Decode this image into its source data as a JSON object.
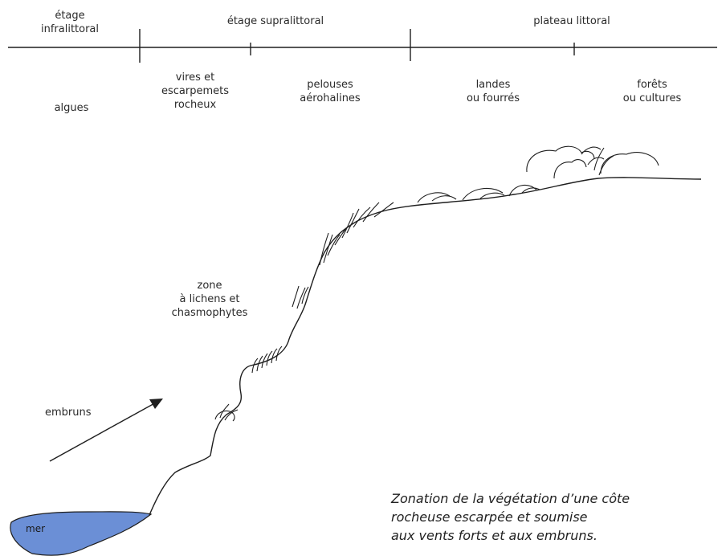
{
  "header": {
    "zones": [
      {
        "label": "étage\ninfralittoral"
      },
      {
        "label": "étage supralittoral"
      },
      {
        "label": "plateau littoral"
      }
    ]
  },
  "vegetation": [
    {
      "label": "algues"
    },
    {
      "label": "vires et\nescarpemets\nrocheux"
    },
    {
      "label": "pelouses\naérohalines"
    },
    {
      "label": "landes\nou fourrés"
    },
    {
      "label": "forêts\nou cultures"
    }
  ],
  "annotations": {
    "lichens": "zone\nà lichens et\nchasmophytes",
    "embruns": "embruns",
    "mer": "mer"
  },
  "caption": {
    "line1": "Zonation de la végétation d’une côte",
    "line2": "rocheuse escarpée et soumise",
    "line3": "aux vents forts et aux embruns."
  },
  "colors": {
    "sea": "#6b8fd6",
    "line": "#1e1e1e"
  }
}
